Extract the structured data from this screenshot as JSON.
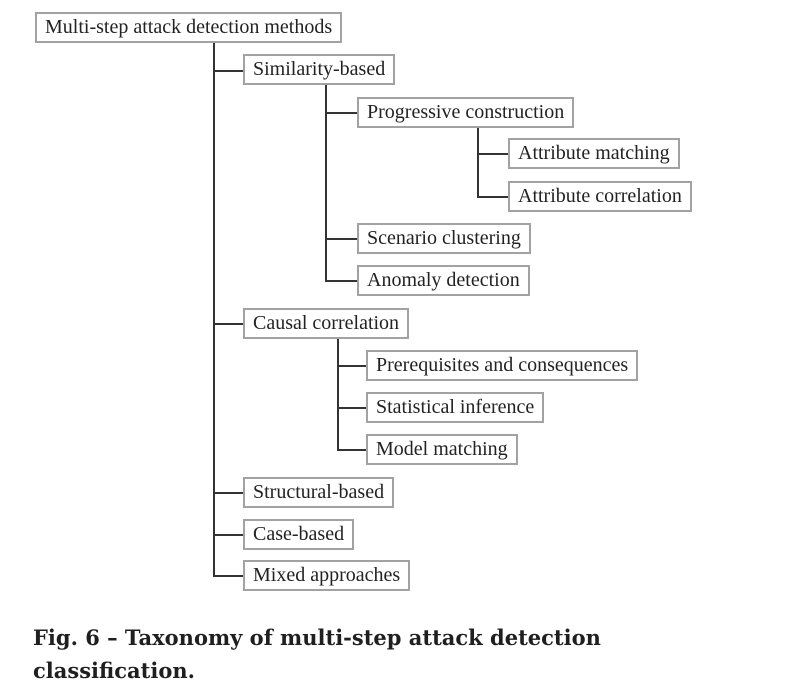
{
  "figure": {
    "tree": {
      "label": "Multi-step attack detection methods",
      "children": [
        {
          "label": "Similarity-based",
          "children": [
            {
              "label": "Progressive construction",
              "children": [
                {
                  "label": "Attribute matching"
                },
                {
                  "label": "Attribute correlation"
                }
              ]
            },
            {
              "label": "Scenario clustering"
            },
            {
              "label": "Anomaly detection"
            }
          ]
        },
        {
          "label": "Causal correlation",
          "children": [
            {
              "label": "Prerequisites and consequences"
            },
            {
              "label": "Statistical inference"
            },
            {
              "label": "Model matching"
            }
          ]
        },
        {
          "label": "Structural-based"
        },
        {
          "label": "Case-based"
        },
        {
          "label": "Mixed approaches"
        }
      ]
    },
    "caption": {
      "lines": [
        "Fig. 6 – Taxonomy of multi-step attack detection",
        "classification."
      ]
    },
    "colors": {
      "box_border": "#a2a2a2",
      "connector": "#333333",
      "node_text": "#222222",
      "caption_text": "#1f1f1f",
      "background": "#ffffff"
    }
  }
}
